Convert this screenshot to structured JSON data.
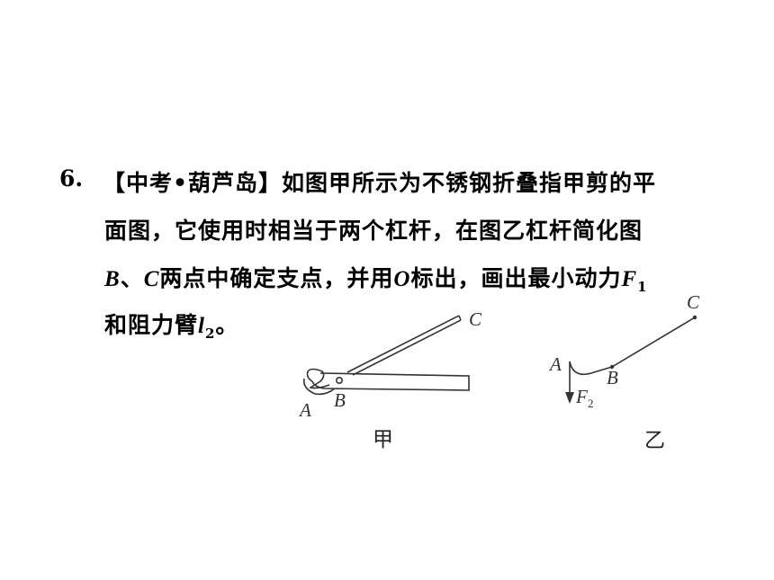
{
  "question": {
    "number": "6.",
    "line1": "【中考•葫芦岛】如图甲所示为不锈钢折叠指甲剪的平",
    "line2": "面图，它使用时相当于两个杠杆，在图乙杠杆简化图",
    "line3_a": "B",
    "line3_b": "、",
    "line3_c": "C",
    "line3_d": "两点中确定支点，并用",
    "line3_e": "O",
    "line3_f": "标出，画出最小动力",
    "line3_g": "F",
    "line3_h": "1",
    "line4_a": "和阻力臂",
    "line4_b": "l",
    "line4_c": "2",
    "line4_d": "。"
  },
  "figure_jia": {
    "label_a": "A",
    "label_b": "B",
    "label_c": "C",
    "caption": "甲"
  },
  "figure_yi": {
    "label_a": "A",
    "label_b": "B",
    "label_c": "C",
    "force_label": "F",
    "force_sub": "2",
    "caption": "乙"
  },
  "colors": {
    "text": "#000000",
    "figure": "#333333"
  }
}
